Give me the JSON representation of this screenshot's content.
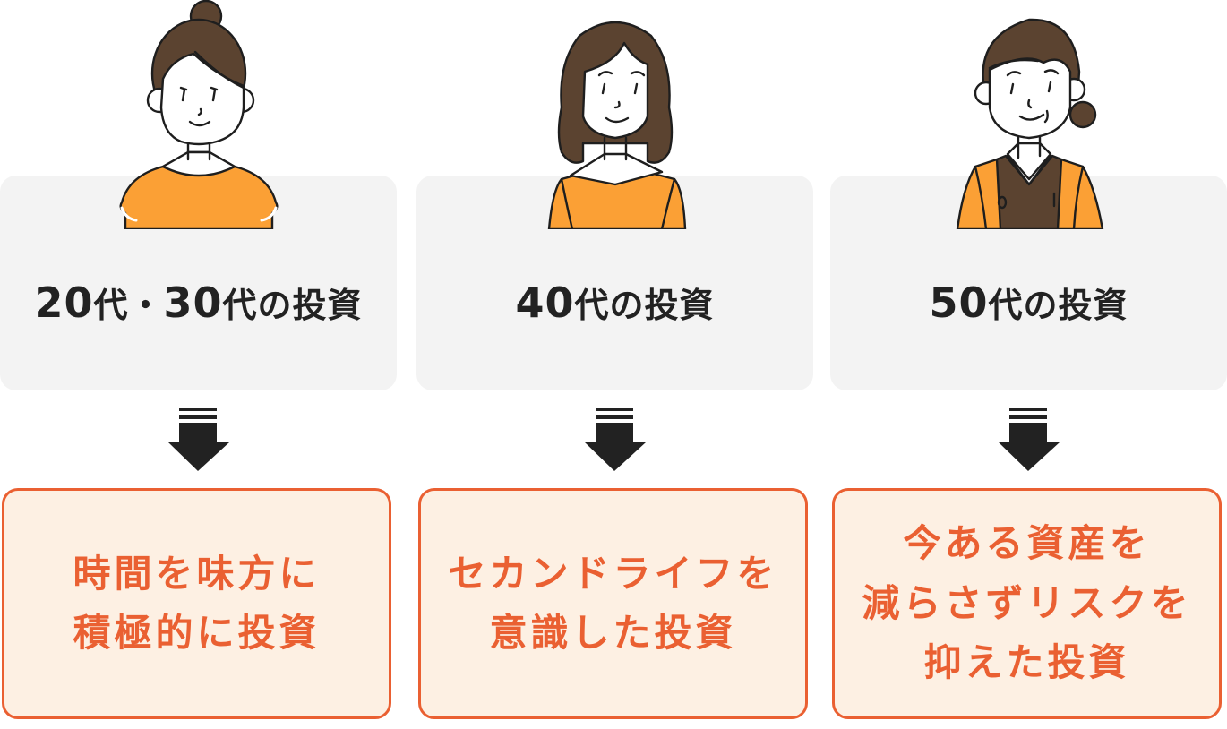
{
  "colors": {
    "card_bg": "#f3f3f3",
    "label_text": "#222222",
    "result_border": "#ea6032",
    "result_bg": "#fdf0e3",
    "result_text": "#ea6032",
    "shirt": "#fba035",
    "hair": "#5b4330",
    "arrow": "#222222"
  },
  "columns": [
    {
      "figure_icon": "young-woman-bun-icon",
      "age": {
        "num1": "20",
        "suffix1": "代",
        "sep": "・",
        "num2": "30",
        "suffix2": "代の投資"
      },
      "arrow_icon": "down-arrow-icon",
      "result_lines": [
        "時間を味方に",
        "積極的に投資"
      ]
    },
    {
      "figure_icon": "woman-long-hair-icon",
      "age": {
        "num1": "40",
        "suffix1": "代の投資"
      },
      "arrow_icon": "down-arrow-icon",
      "result_lines": [
        "セカンドライフを",
        "意識した投資"
      ]
    },
    {
      "figure_icon": "older-woman-icon",
      "age": {
        "num1": "50",
        "suffix1": "代の投資"
      },
      "arrow_icon": "down-arrow-icon",
      "result_lines": [
        "今ある資産を",
        "減らさずリスクを",
        "抑えた投資"
      ]
    }
  ]
}
